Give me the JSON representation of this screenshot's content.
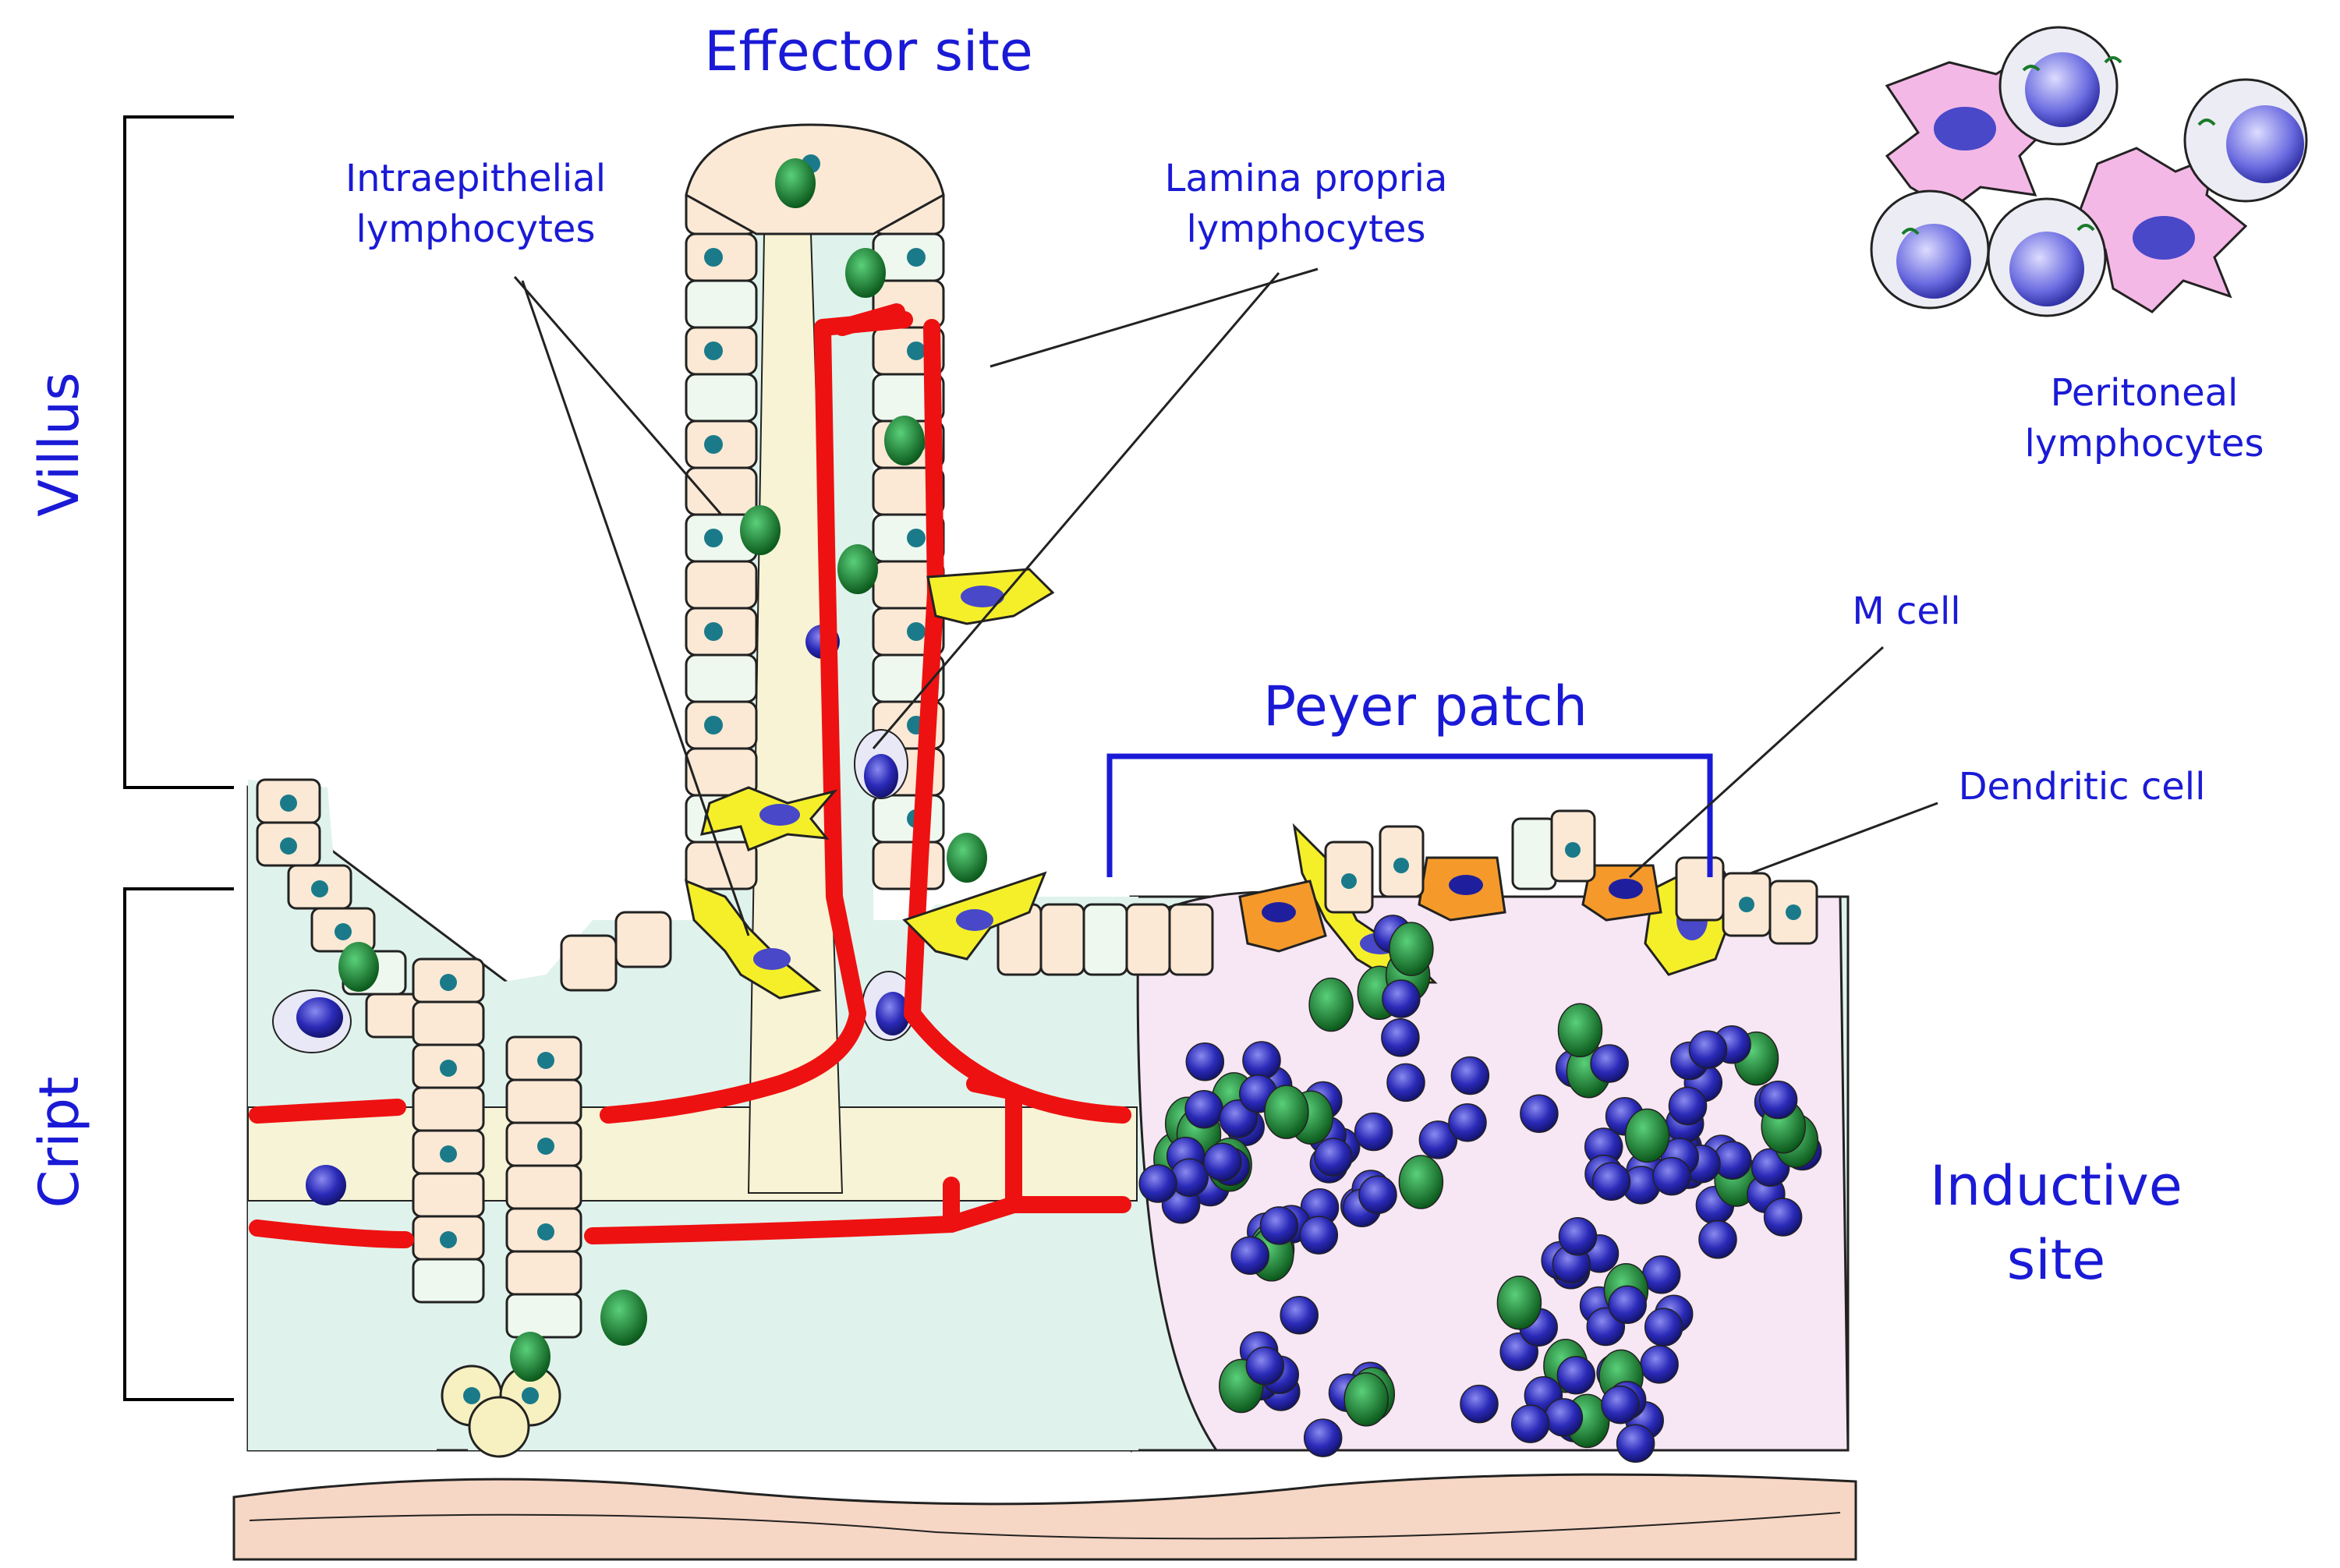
{
  "labels": {
    "effector_site": "Effector site",
    "intraepithelial_line1": "Intraepithelial",
    "intraepithelial_line2": "lymphocytes",
    "lamina_line1": "Lamina propria",
    "lamina_line2": "lymphocytes",
    "peritoneal_line1": "Peritoneal",
    "peritoneal_line2": "lymphocytes",
    "villus": "Villus",
    "cript": "Cript",
    "peyer_patch": "Peyer patch",
    "m_cell": "M cell",
    "dendritic_cell": "Dendritic cell",
    "inductive_line1": "Inductive",
    "inductive_line2": "site"
  },
  "colors": {
    "text": "#1a1ad6",
    "lamina_propria": "#dff3ec",
    "peyer_patch": "#f7e6f3",
    "vessel": "#ee1111",
    "epithelium": "#fbe9d5",
    "lymphocyte": "#1f1f9e",
    "goblet": "#1a7a2a",
    "dendritic": "#f5ef2a",
    "m_cell": "#f59a2a",
    "macrophage": "#f4b8e6",
    "muscularis": "#f6d6c4"
  }
}
